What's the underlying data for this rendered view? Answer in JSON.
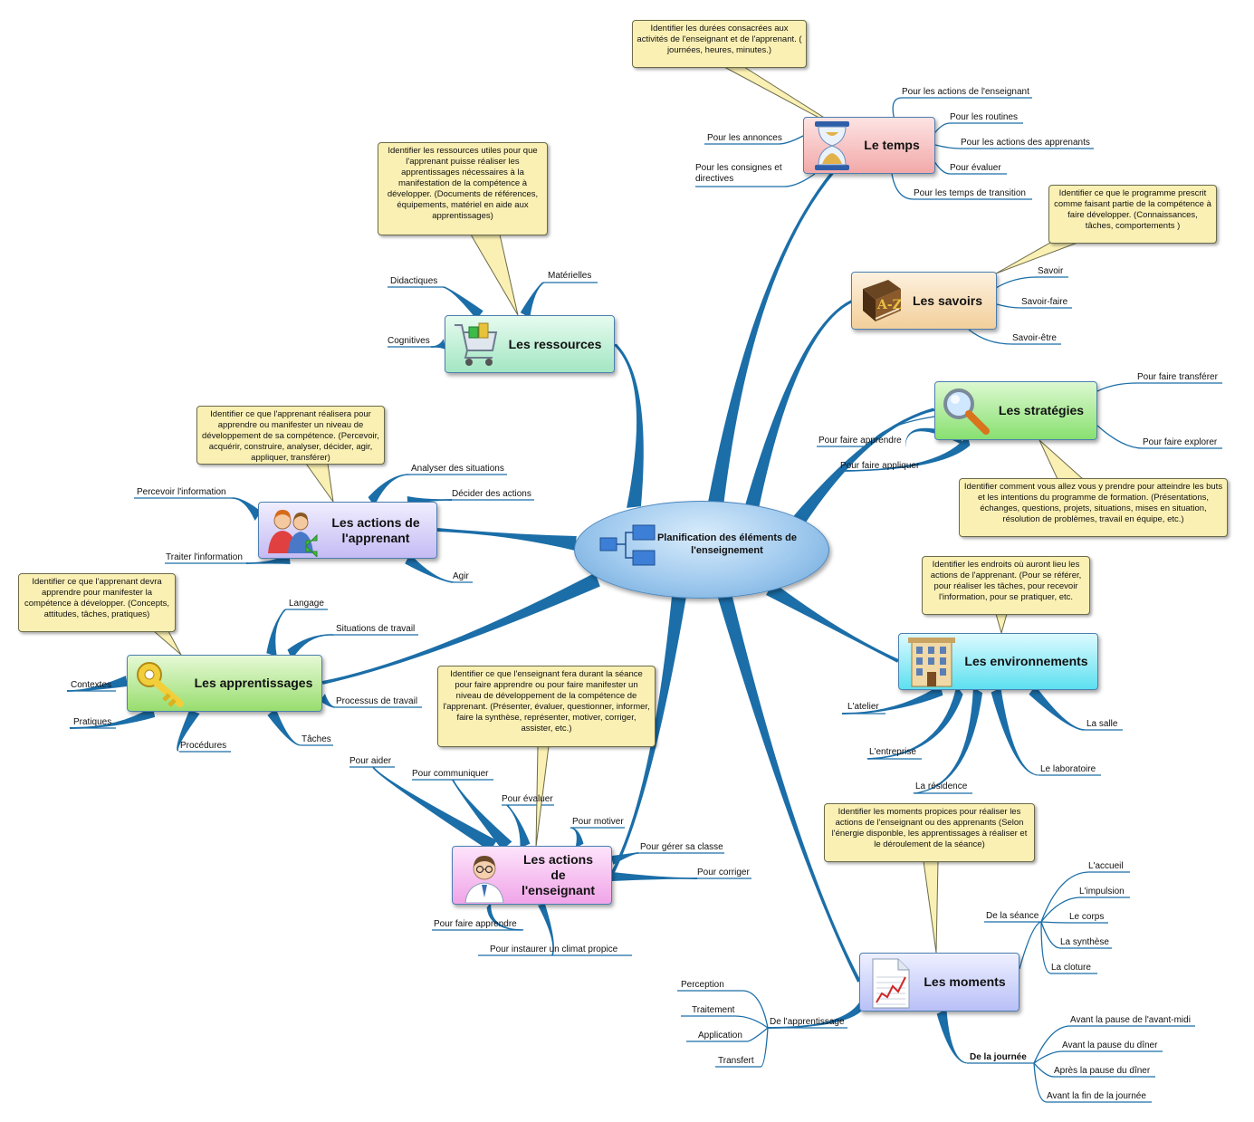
{
  "central": {
    "title": "Planification des éléments de l'enseignement"
  },
  "colors": {
    "branch": "#1b6ea8",
    "callout_bg": "#faf0b4"
  },
  "branches": {
    "temps": {
      "label": "Le temps",
      "icon": "hourglass-icon",
      "items": [
        "Pour les actions de l'enseignant",
        "Pour les routines",
        "Pour les actions des apprenants",
        "Pour évaluer",
        "Pour les temps de transition",
        "Pour les annonces",
        "Pour les consignes et directives"
      ],
      "callout": "Identifier les durées consacrées aux activités de l'enseignant et de l'apprenant. ( journées, heures, minutes.)"
    },
    "savoirs": {
      "label": "Les savoirs",
      "icon": "dictionary-icon",
      "items": [
        "Savoir",
        "Savoir-faire",
        "Savoir-être"
      ],
      "callout": "Identifier ce que le programme prescrit comme faisant partie de la compétence à faire développer. (Connaissances, tâches, comportements )"
    },
    "strategies": {
      "label": "Les stratégies",
      "icon": "magnifier-icon",
      "items": [
        "Pour faire transférer",
        "Pour faire explorer",
        "Pour faire apprendre",
        "Pour faire appliquer"
      ],
      "callout": "Identifier comment vous allez vous y prendre pour atteindre les buts et les intentions du programme de formation. (Présentations, échanges, questions, projets, situations, mises en situation, résolution de problèmes, travail en équipe, etc.)"
    },
    "environnements": {
      "label": "Les environnements",
      "icon": "building-icon",
      "items": [
        "L'atelier",
        "L'entreprise",
        "La résidence",
        "Le laboratoire",
        "La salle"
      ],
      "callout": "Identifier les endroits où auront lieu les actions de l'apprenant. (Pour se référer, pour réaliser les tâches, pour recevoir l'information, pour se pratiquer, etc."
    },
    "moments": {
      "label": "Les moments",
      "icon": "chart-document-icon",
      "callout": "Identifier les moments propices pour réaliser les actions de l'enseignant ou des apprenants (Selon l'énergie disponble, les apprentissages à réaliser et le déroulement de la séance)",
      "seance": {
        "label": "De la séance",
        "items": [
          "L'accueil",
          "L'impulsion",
          "Le corps",
          "La synthèse",
          "La cloture"
        ]
      },
      "journee": {
        "label": "De la journée",
        "items": [
          "Avant la pause de l'avant-midi",
          "Avant la pause du dîner",
          "Après la pause du dîner",
          "Avant la fin de la journée"
        ]
      },
      "apprentissage": {
        "label": "De l'apprentissage",
        "items": [
          "Perception",
          "Traitement",
          "Application",
          "Transfert"
        ]
      }
    },
    "enseignant": {
      "label": "Les actions de l'enseignant",
      "label_lines": [
        "Les actions",
        "de",
        "l'enseignant"
      ],
      "icon": "doctor-icon",
      "items": [
        "Pour aider",
        "Pour communiquer",
        "Pour évaluer",
        "Pour motiver",
        "Pour gérer sa classe",
        "Pour corriger",
        "Pour faire apprendre",
        "Pour instaurer un climat propice"
      ],
      "callout": "Identifier ce que l'enseignant fera durant la séance pour faire apprendre ou pour faire manifester un niveau de développement de la compétence de l'apprenant. (Présenter, évaluer, questionner, informer, faire la synthèse, représenter, motiver, corriger, assister, etc.)"
    },
    "apprentissages": {
      "label": "Les apprentissages",
      "icon": "key-icon",
      "items": [
        "Langage",
        "Situations de travail",
        "Processus de travail",
        "Tâches",
        "Contextes",
        "Pratiques",
        "Procédures"
      ],
      "callout": "Identifier ce que l'apprenant devra apprendre pour manifester la compétence à développer. (Concepts, attitudes, tâches, pratiques)"
    },
    "apprenant": {
      "label": "Les actions de l'apprenant",
      "label_lines": [
        "Les actions de",
        "l'apprenant"
      ],
      "icon": "users-icon",
      "items": [
        "Analyser des situations",
        "Décider des actions",
        "Agir",
        "Percevoir l'information",
        "Traiter l'information"
      ],
      "callout": "Identifier ce que l'apprenant réalisera pour apprendre ou manifester un niveau de développement de sa compétence. (Percevoir, acquérir, construire, analyser, décider, agir, appliquer, transférer)"
    },
    "ressources": {
      "label": "Les ressources",
      "icon": "shopping-cart-icon",
      "items": [
        "Matérielles",
        "Didactiques",
        "Cognitives"
      ],
      "callout": "Identifier les ressources utiles pour que l'apprenant puisse réaliser les apprentissages nécessaires à la manifestation de la compétence à développer. (Documents de références, équipements, matériel en aide aux apprentissages)"
    }
  }
}
